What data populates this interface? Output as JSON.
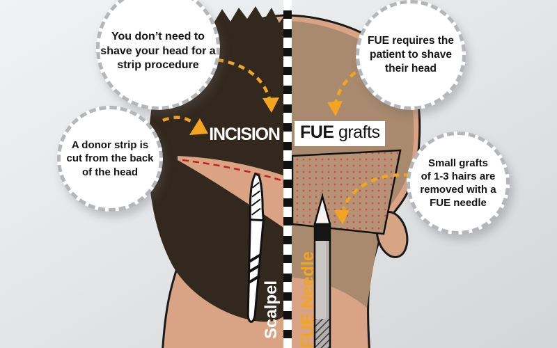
{
  "bubbles": {
    "strip_no_shave": {
      "text": "You don’t need to\nshave your head for a\nstrip procedure"
    },
    "donor_strip": {
      "text": "A donor strip is\ncut from the back\nof the head"
    },
    "fue_shave": {
      "text": "FUE requires the\npatient to shave\ntheir head"
    },
    "fue_grafts": {
      "text": "Small grafts\nof 1-3 hairs are\nremoved with a\nFUE needle"
    }
  },
  "labels": {
    "incision": "INCISION",
    "fue_grafts_bold": "FUE",
    "fue_grafts_rest": " grafts",
    "scalpel": "Scalpel",
    "fue_needle": "FUE Needle"
  },
  "colors": {
    "background_top": "#f1f2f3",
    "background_bottom": "#d3d5d8",
    "hair": "#33281e",
    "skin": "#d8a485",
    "shaved_stubble": "#aa8a6e",
    "graft_area": "#b49377",
    "graft_dots": "#e04545",
    "incision_line": "#c22020",
    "arrow_orange": "#f2a51f",
    "bubble_border": "#b4b6b9",
    "divider_white": "#ffffff",
    "divider_black": "#111111"
  }
}
